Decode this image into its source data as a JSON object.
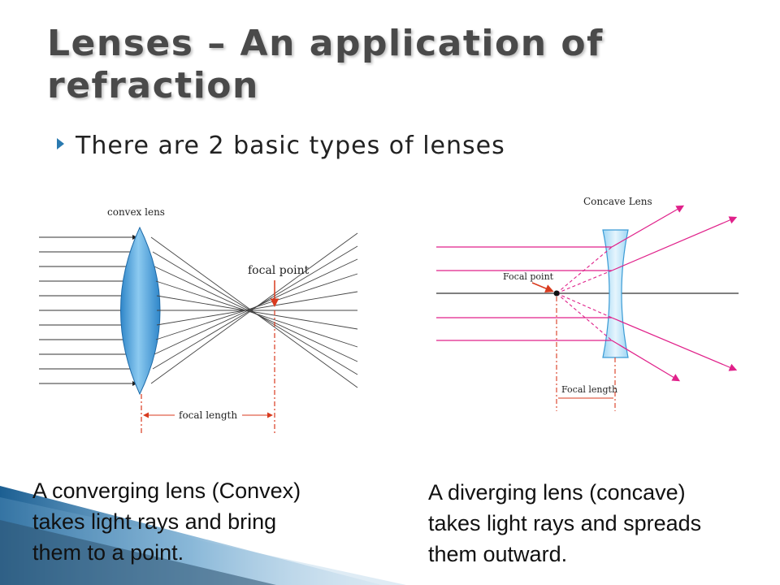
{
  "slide": {
    "title_line1": "Lenses – An application of",
    "title_line2": "refraction",
    "bullet": "There are 2 basic types of lenses"
  },
  "convex_diagram": {
    "label_lens": "convex lens",
    "label_focal_point": "focal point",
    "label_focal_length": "focal length"
  },
  "concave_diagram": {
    "label_lens": "Concave Lens",
    "label_focal_point": "Focal point",
    "label_focal_length": "Focal length"
  },
  "captions": {
    "left": [
      "A converging lens (Convex)",
      "takes light rays and bring",
      "them to a point."
    ],
    "right": [
      "A diverging lens (concave)",
      "takes light rays and spreads",
      "them outward."
    ]
  },
  "colors": {
    "title": "#4a4a4a",
    "bullet_marker": "#2a7ab0",
    "lens_fill": "#5aa9e0",
    "focal_marker": "#d93a1e",
    "ray_magenta": "#e0218a",
    "corner_blue": "#1f6ea6"
  }
}
